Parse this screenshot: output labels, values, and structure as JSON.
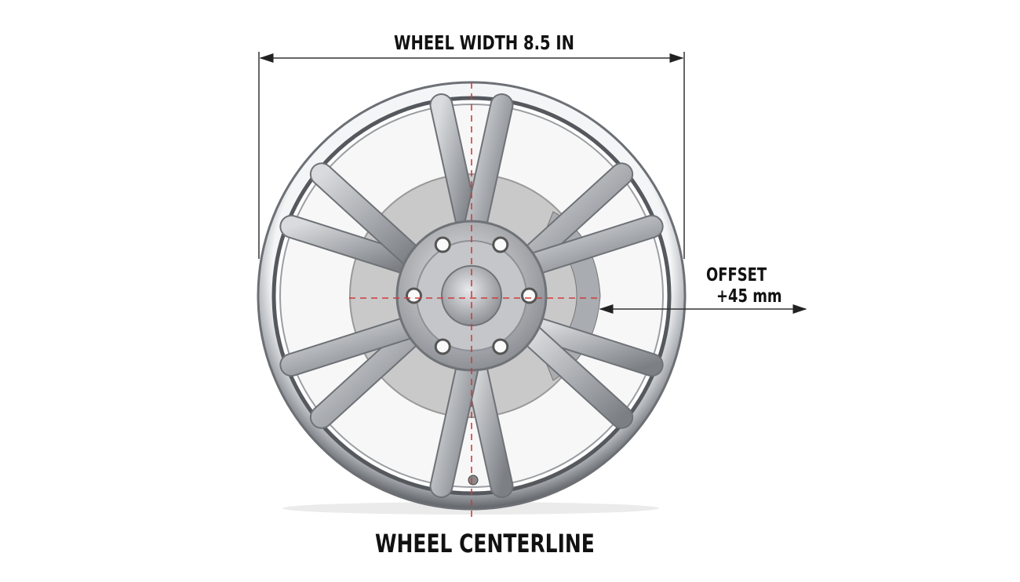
{
  "labels": {
    "wheel_width": "WHEEL WIDTH 8.5 IN",
    "offset_title": "OFFSET",
    "offset_value": "+45 mm",
    "centerline": "WHEEL CENTERLINE"
  },
  "colors": {
    "centerline": "#d23a3a",
    "dimension": "#333333",
    "rim": "#8a8d92"
  }
}
